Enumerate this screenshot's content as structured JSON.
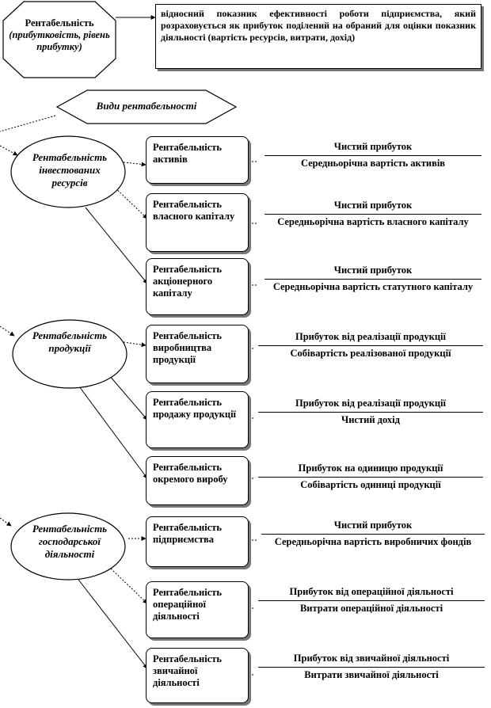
{
  "header": {
    "term_title": "Рентабельність",
    "term_synonyms": "(прибутковість, рівень прибутку)",
    "definition": "відносний показник ефективності роботи підприємства, який розраховується як прибуток поділений на обраний для оцінки показник діяльності (вартість ресурсів, витрати, дохід)"
  },
  "types_label": "Види рентабельності",
  "groups": [
    {
      "name": "Рентабельність інвестованих ресурсів",
      "items": [
        {
          "label": "Рентабельність активів",
          "numerator": "Чистий прибуток",
          "denominator": "Середньорічна вартість активів"
        },
        {
          "label": "Рентабельність власного капіталу",
          "numerator": "Чистий прибуток",
          "denominator": "Середньорічна вартість власного капіталу"
        },
        {
          "label": "Рентабельність акціонерного капіталу",
          "numerator": "Чистий прибуток",
          "denominator": "Середньорічна вартість статутного капіталу"
        }
      ]
    },
    {
      "name": "Рентабельність продукції",
      "items": [
        {
          "label": "Рентабельність виробництва продукції",
          "numerator": "Прибуток від реалізації продукції",
          "denominator": "Собівартість реалізованої продукції"
        },
        {
          "label": "Рентабельність продажу продукції",
          "numerator": "Прибуток від реалізації продукції",
          "denominator": "Чистий дохід"
        },
        {
          "label": "Рентабельність окремого виробу",
          "numerator": "Прибуток на одиницю продукції",
          "denominator": "Собівартість одиниці продукції"
        }
      ]
    },
    {
      "name": "Рентабельність господарської діяльності",
      "items": [
        {
          "label": "Рентабельність підприємства",
          "numerator": "Чистий прибуток",
          "denominator": "Середньорічна вартість виробничих фондів"
        },
        {
          "label": "Рентабельність операційної діяльності",
          "numerator": "Прибуток від операційної діяльності",
          "denominator": "Витрати операційної діяльності"
        },
        {
          "label": "Рентабельність звичайної діяльності",
          "numerator": "Прибуток від звичайної діяльності",
          "denominator": "Витрати звичайної діяльності"
        }
      ]
    }
  ]
}
